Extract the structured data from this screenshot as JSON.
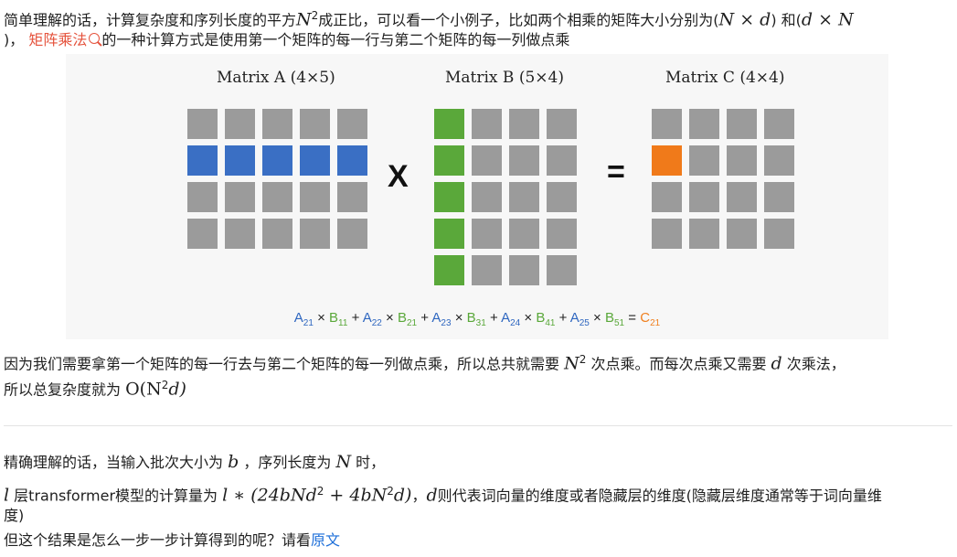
{
  "para1": {
    "line1_a": "简单理解的话，计算复杂度和序列长度的平方",
    "line1_math1": "N",
    "line1_sup1": "2",
    "line1_b": "成正比，可以看一个小例子，比如两个相乘的矩阵大小分别为(",
    "line1_math2": "N × d",
    "line1_c": ") 和(",
    "line1_math3": "d × N",
    "line2_a": ")，",
    "link_text": "矩阵乘法",
    "line2_b": "的一种计算方式是使用第一个矩阵的每一行与第二个矩阵的每一列做点乘"
  },
  "figure": {
    "title_a": "Matrix A (4×5)",
    "title_b": "Matrix B (5×4)",
    "title_c": "Matrix C (4×4)",
    "times_symbol": "X",
    "equals_symbol": "=",
    "colors": {
      "grey": "#9b9b9b",
      "blue": "#3a6fc4",
      "green": "#5aa83a",
      "orange": "#f07a1a"
    },
    "equation_terms": [
      {
        "a": "A",
        "asub": "21",
        "b": "B",
        "bsub": "11"
      },
      {
        "a": "A",
        "asub": "22",
        "b": "B",
        "bsub": "21"
      },
      {
        "a": "A",
        "asub": "23",
        "b": "B",
        "bsub": "31"
      },
      {
        "a": "A",
        "asub": "24",
        "b": "B",
        "bsub": "41"
      },
      {
        "a": "A",
        "asub": "25",
        "b": "B",
        "bsub": "51"
      }
    ],
    "equation_result": {
      "c": "C",
      "csub": "21"
    }
  },
  "para2": {
    "line1_a": "因为我们需要拿第一个矩阵的每一行去与第二个矩阵的每一列做点乘，所以总共就需要 ",
    "line1_math1": "N",
    "line1_sup1": "2",
    "line1_b": " 次点乘。而每次点乘又需要 ",
    "line1_math2": "d",
    "line1_c": " 次乘法，",
    "line2_a": "所以总复杂度就为 ",
    "line2_math": "O(N",
    "line2_sup": "2",
    "line2_math_end": "d)"
  },
  "para3": {
    "line1_a": "精确理解的话，当输入批次大小为 ",
    "line1_b_math": "b",
    "line1_c": " ，序列长度为 ",
    "line1_d_math": "N",
    "line1_e": " 时，",
    "line2_math1": "l",
    "line2_a": " 层transformer模型的计算量为 ",
    "line2_formula": "l ∗ (24bNd",
    "line2_sup1": "2",
    "line2_formula2": " + 4bN",
    "line2_sup2": "2",
    "line2_formula3": "d)",
    "line2_b": "，",
    "line2_math2": "d",
    "line2_c": "则代表词向量的维度或者隐藏层的维度(隐藏层维度通常等于词向量维",
    "line3": "度)",
    "line4_a": "但这个结果是怎么一步一步计算得到的呢？请看",
    "line4_link": "原文"
  }
}
